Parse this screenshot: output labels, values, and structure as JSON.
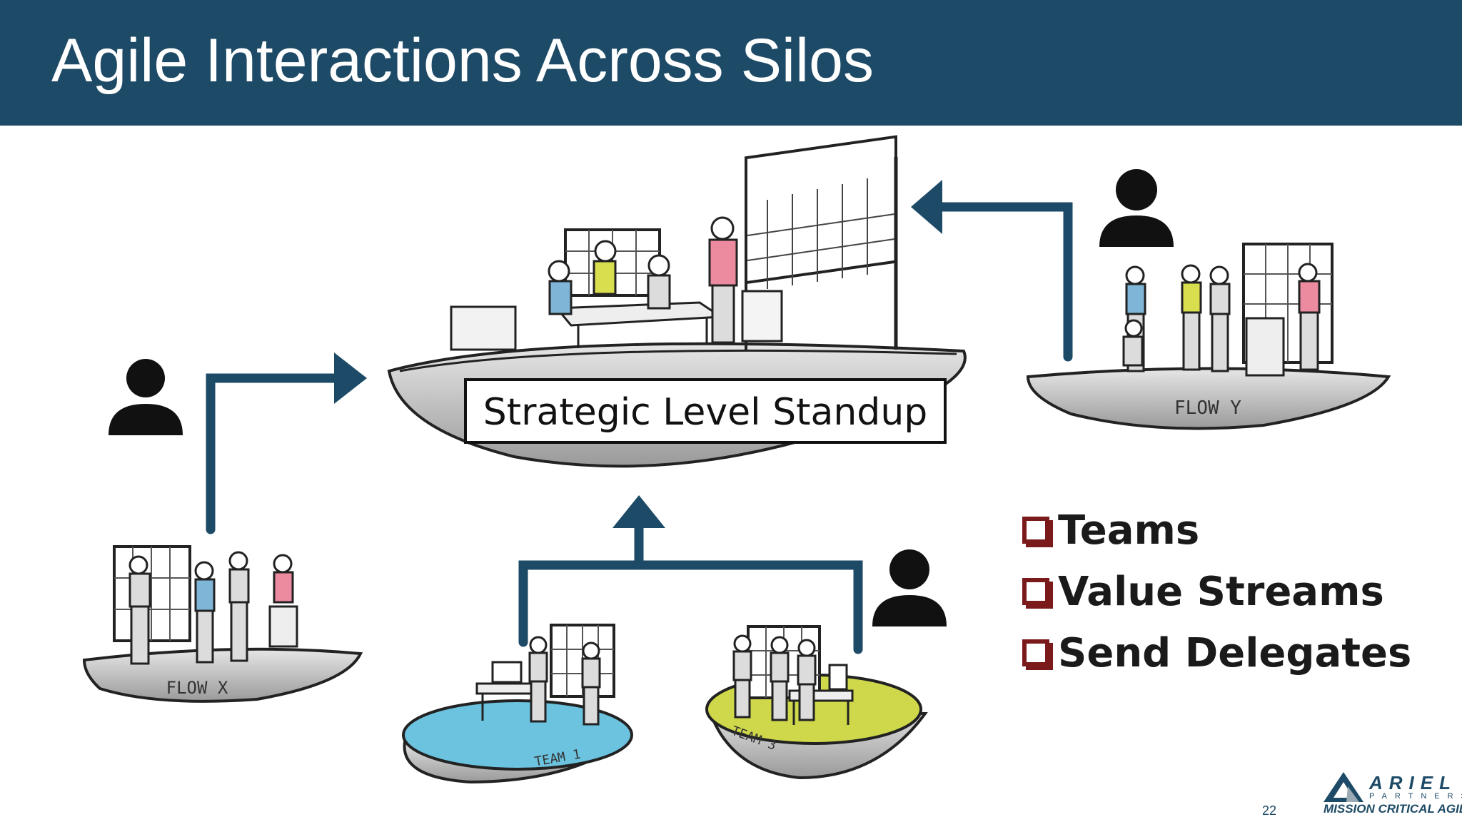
{
  "slide": {
    "title": "Agile Interactions Across Silos",
    "number": "22"
  },
  "diagram": {
    "center_label": "Strategic Level Standup",
    "islands": {
      "flow_x": "FLOW X",
      "flow_y": "FLOW Y",
      "team_1": "TEAM 1",
      "team_3": "TEAM 3"
    }
  },
  "bullets": [
    "Teams",
    "Value Streams",
    "Send Delegates"
  ],
  "logo": {
    "word": "ARIEL",
    "sub": "PARTNERS",
    "tagline": "MISSION CRITICAL AGILE"
  },
  "colors": {
    "header": "#1d4a66",
    "arrow": "#1d4a66",
    "checkbox": "#7a1a1a",
    "team_1_top": "#6cc3e0",
    "team_3_top": "#cfd84a"
  }
}
